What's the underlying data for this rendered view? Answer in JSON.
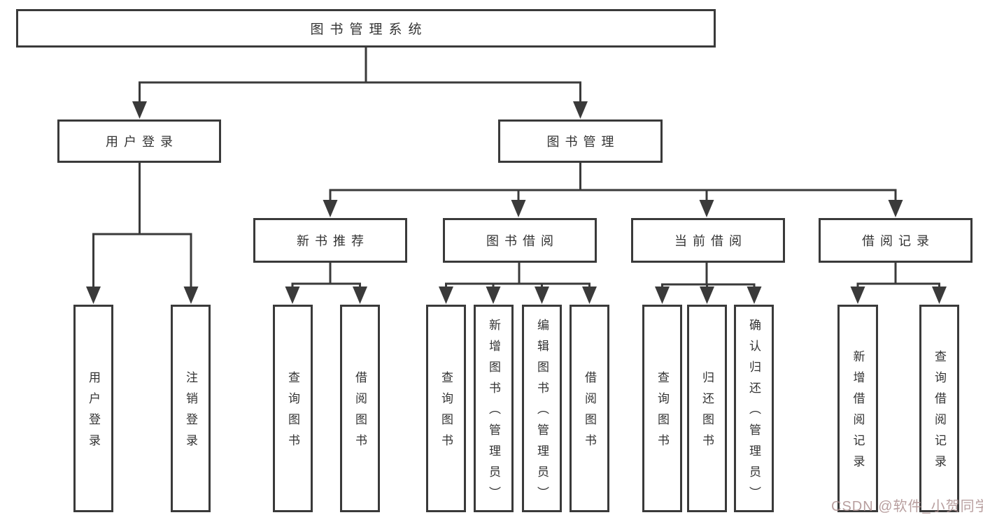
{
  "colors": {
    "line": "#3a3a3a",
    "text": "#333333",
    "background": "#ffffff",
    "watermark": "#ac8e8e"
  },
  "watermark": {
    "text": "CSDN @软件_小贺同学"
  },
  "tree": {
    "label": "图书管理系统",
    "children": [
      {
        "label": "用户登录",
        "children": [
          {
            "label": "用户登录"
          },
          {
            "label": "注销登录"
          }
        ]
      },
      {
        "label": "图书管理",
        "children": [
          {
            "label": "新书推荐",
            "children": [
              {
                "label": "查询图书"
              },
              {
                "label": "借阅图书"
              }
            ]
          },
          {
            "label": "图书借阅",
            "children": [
              {
                "label": "查询图书"
              },
              {
                "label": "新增图书（管理员）"
              },
              {
                "label": "编辑图书（管理员）"
              },
              {
                "label": "借阅图书"
              }
            ]
          },
          {
            "label": "当前借阅",
            "children": [
              {
                "label": "查询图书"
              },
              {
                "label": "归还图书"
              },
              {
                "label": "确认归还（管理员）"
              }
            ]
          },
          {
            "label": "借阅记录",
            "children": [
              {
                "label": "新增借阅记录"
              },
              {
                "label": "查询借阅记录"
              }
            ]
          }
        ]
      }
    ]
  }
}
